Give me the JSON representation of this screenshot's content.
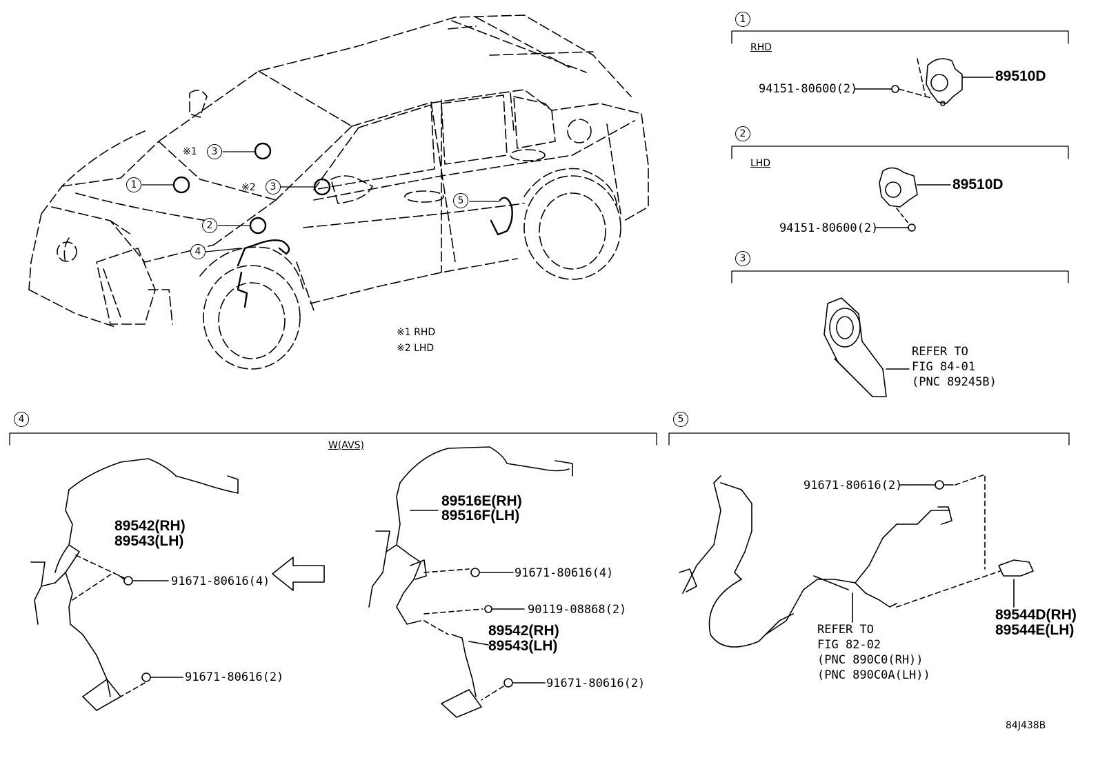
{
  "callouts": {
    "c1": "1",
    "c2": "2",
    "c3": "3",
    "c4": "4",
    "c5": "5"
  },
  "vehicle_markers": {
    "mark_rhd": "※1",
    "mark_lhd": "※2"
  },
  "legend": {
    "rhd": "※1 RHD",
    "lhd": "※2 LHD"
  },
  "section1": {
    "tag": "RHD",
    "bolt": "94151-80600(2)",
    "part": "89510D"
  },
  "section2": {
    "tag": "LHD",
    "part": "89510D",
    "bolt": "94151-80600(2)"
  },
  "section3": {
    "refer_line1": "REFER TO",
    "refer_line2": "FIG 84-01",
    "refer_line3": "(PNC 89245B)"
  },
  "section4": {
    "tag": "W(AVS)",
    "left_sensor_rh": "89542(RH)",
    "left_sensor_lh": "89543(LH)",
    "left_bolt_upper": "91671-80616(4)",
    "left_bolt_lower": "91671-80616(2)",
    "right_harness_rh": "89516E(RH)",
    "right_harness_lh": "89516F(LH)",
    "right_bolt_upper": "91671-80616(4)",
    "right_clip": "90119-08868(2)",
    "right_sensor_rh": "89542(RH)",
    "right_sensor_lh": "89543(LH)",
    "right_bolt_lower": "91671-80616(2)"
  },
  "section5": {
    "bolt": "91671-80616(2)",
    "refer_line1": "REFER TO",
    "refer_line2": "FIG 82-02",
    "refer_line3": "(PNC 890C0(RH))",
    "refer_line4": "(PNC 890C0A(LH))",
    "sensor_rh": "89544D(RH)",
    "sensor_lh": "89544E(LH)"
  },
  "figure_code": "84J438B"
}
